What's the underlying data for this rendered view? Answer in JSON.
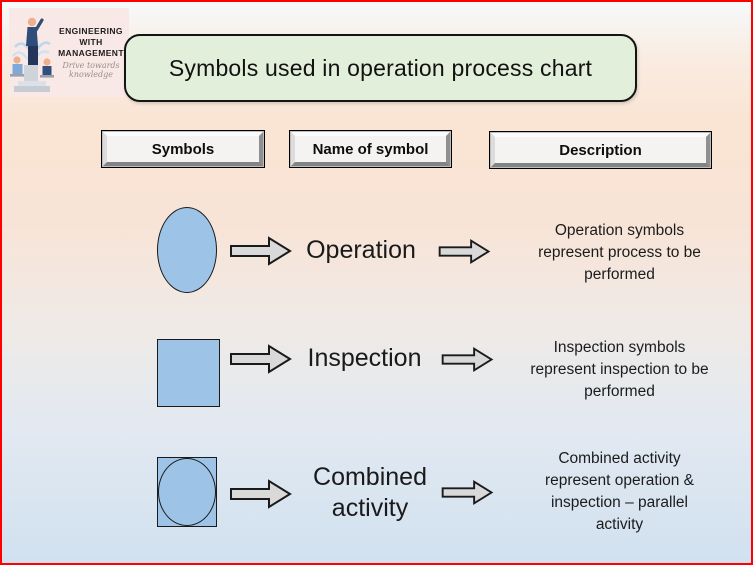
{
  "logo": {
    "line1": "ENGINEERING WITH",
    "line2": "MANAGEMENT",
    "tagline": "Drive towards knowledge"
  },
  "title": "Symbols used in operation process chart",
  "headers": {
    "symbols": "Symbols",
    "name": "Name of symbol",
    "description": "Description"
  },
  "rows": [
    {
      "shape": "ellipse",
      "name": "Operation",
      "description": "Operation symbols represent process to be performed"
    },
    {
      "shape": "rectangle",
      "name": "Inspection",
      "description": "Inspection symbols represent inspection to be performed"
    },
    {
      "shape": "combined",
      "name": "Combined activity",
      "description": "Combined activity represent operation & inspection – parallel activity"
    }
  ],
  "colors": {
    "frame_border": "#ff0000",
    "title_bg": "#e2efda",
    "shape_fill": "#9dc3e6",
    "arrow_fill": "#d9d9d9",
    "logo_bg": "#f9e9e6"
  }
}
